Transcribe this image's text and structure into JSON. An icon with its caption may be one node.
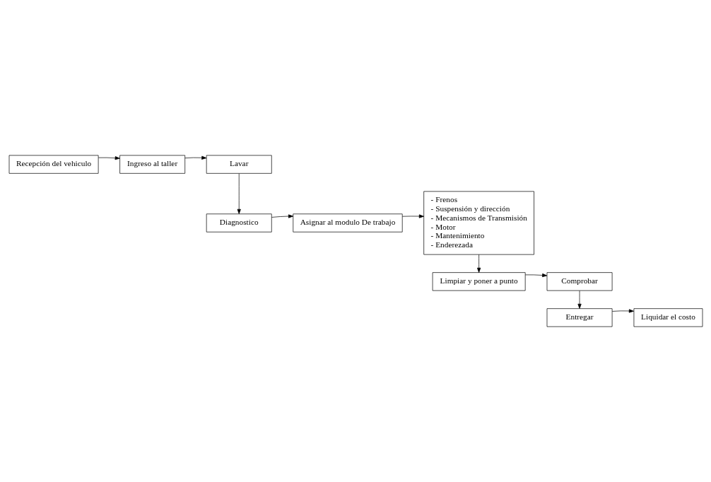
{
  "diagram": {
    "nodes": [
      {
        "text": [
          "Recepción del vehiculo"
        ]
      },
      {
        "text": [
          "Ingreso al taller"
        ]
      },
      {
        "text": [
          "Lavar"
        ]
      },
      {
        "text": [
          "- Frenos",
          "- Suspensión y dirección",
          "- Mecanismos de Transmisión",
          "- Motor",
          "- Mantenimiento",
          "- Enderezada"
        ]
      },
      {
        "text": [
          "Asignar al modulo De trabajo"
        ]
      },
      {
        "text": [
          "Diagnostico"
        ]
      },
      {
        "text": [
          "Limpiar y poner a punto"
        ]
      },
      {
        "text": [
          "Comprobar"
        ]
      },
      {
        "text": [
          "Liquidar el costo"
        ]
      },
      {
        "text": [
          "Entregar"
        ]
      }
    ],
    "edges": [
      {
        "from": 0,
        "to": 1,
        "arrow": "to"
      },
      {
        "from": 1,
        "to": 2,
        "arrow": "to"
      },
      {
        "from": 2,
        "to": 5,
        "arrow": "to"
      },
      {
        "from": 5,
        "to": 4,
        "arrow": "to"
      },
      {
        "from": 4,
        "to": 3,
        "arrow": "to"
      },
      {
        "from": 3,
        "to": 6,
        "arrow": "to"
      },
      {
        "from": 6,
        "to": 7,
        "arrow": "to"
      },
      {
        "from": 7,
        "to": 9,
        "arrow": "to"
      },
      {
        "from": 9,
        "to": 8,
        "arrow": "to"
      }
    ]
  }
}
